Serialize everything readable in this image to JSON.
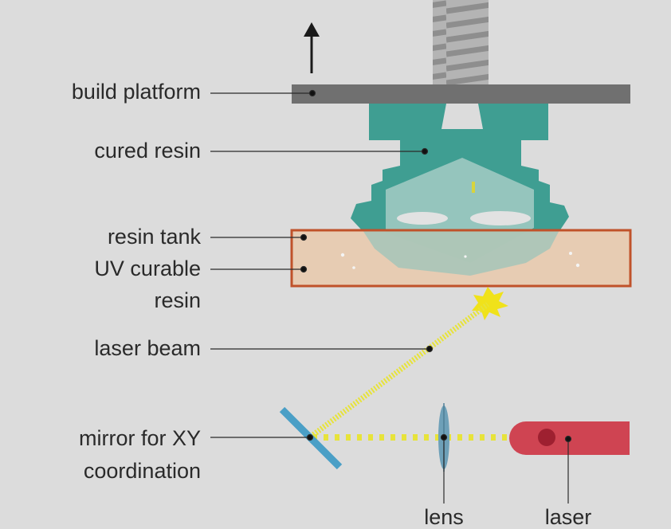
{
  "labels": {
    "build_platform": "build platform",
    "cured_resin": "cured resin",
    "resin_tank": "resin tank",
    "uv_resin_line1": "UV curable",
    "uv_resin_line2": "resin",
    "laser_beam": "laser beam",
    "mirror_line1": "mirror for XY",
    "mirror_line2": "coordination",
    "lens": "lens",
    "laser": "laser"
  },
  "colors": {
    "background": "#dcdcdc",
    "platform": "#707070",
    "screw": "#a8a8a8",
    "cured_resin": "#3f9e92",
    "cured_resin_light": "#9fc9c2",
    "tank_border": "#c0522a",
    "tank_fill": "#e8c9ad",
    "beam": "#e7e33a",
    "mirror": "#4a9fc6",
    "lens": "#6ea0b8",
    "laser": "#cf4452",
    "laser_dot": "#9e2030",
    "leader": "#2a2a2a"
  },
  "icons": {
    "up_arrow": "arrow-up-icon",
    "curing_spark": "spark-icon"
  }
}
